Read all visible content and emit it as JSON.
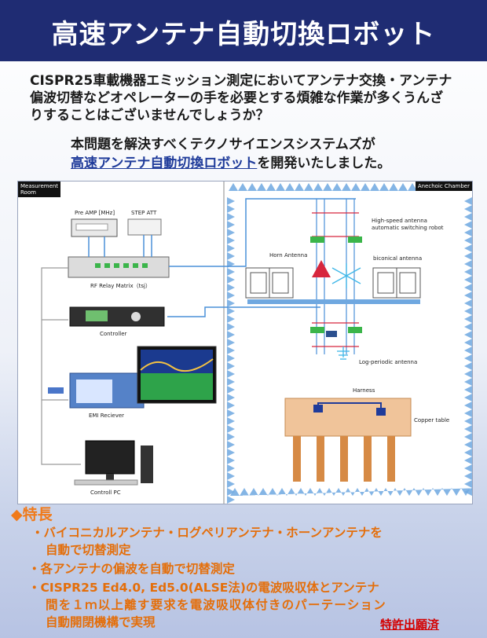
{
  "header": {
    "title": "高速アンテナ自動切換ロボット"
  },
  "intro": {
    "line1": "CISPR25車載機器エミッション測定においてアンテナ交換・アンテナ",
    "line2": "偏波切替などオペレーターの手を必要とする煩雑な作業が多くうんざ",
    "line3": "りすることはございませんでしょうか？"
  },
  "announce": {
    "line1": "本問題を解決すべくテクノサイエンスシステムズが",
    "robot": "高速アンテナ自動切換ロボット",
    "line2_tail": "を開発いたしました。"
  },
  "diagram": {
    "measurement_room_line1": "Measurement",
    "measurement_room_line2": "Room",
    "anechoic_chamber": "Anechoic Chamber",
    "pre_amp": "Pre AMP [MHz]",
    "step_att": "STEP ATT",
    "rf_relay_matrix": "RF Relay Matrix（tsj）",
    "controller": "Controller",
    "emi_receiver": "EMI Reciever",
    "control_pc": "Controll PC",
    "robot_label_line1": "High-speed antenna",
    "robot_label_line2": "automatic switching robot",
    "horn_antenna": "Horn Antenna",
    "biconical_antenna": "biconical antenna",
    "log_periodic_antenna": "Log-periodic antenna",
    "harness": "Harness",
    "copper_table": "Copper table"
  },
  "features": {
    "heading": "◆特長",
    "item1_line1": "・バイコニカルアンテナ・ログペリアンテナ・ホーンアンテナを",
    "item1_line2": "自動で切替測定",
    "item2": "・各アンテナの偏波を自動で切替測定",
    "item3_line1": "・CISPR25 Ed4.0, Ed5.0(ALSE法)の電波吸収体とアンテナ",
    "item3_line2": "間を１ｍ以上離す要求を電波吸収体付きのパーテーション",
    "item3_line3": "自動開閉機構で実現"
  },
  "patent": "特許出願済",
  "colors": {
    "header_bg": "#1f2c73",
    "feature_orange": "#e46e0a",
    "patent_red": "#d40000",
    "link_blue": "#1f3b9a"
  }
}
